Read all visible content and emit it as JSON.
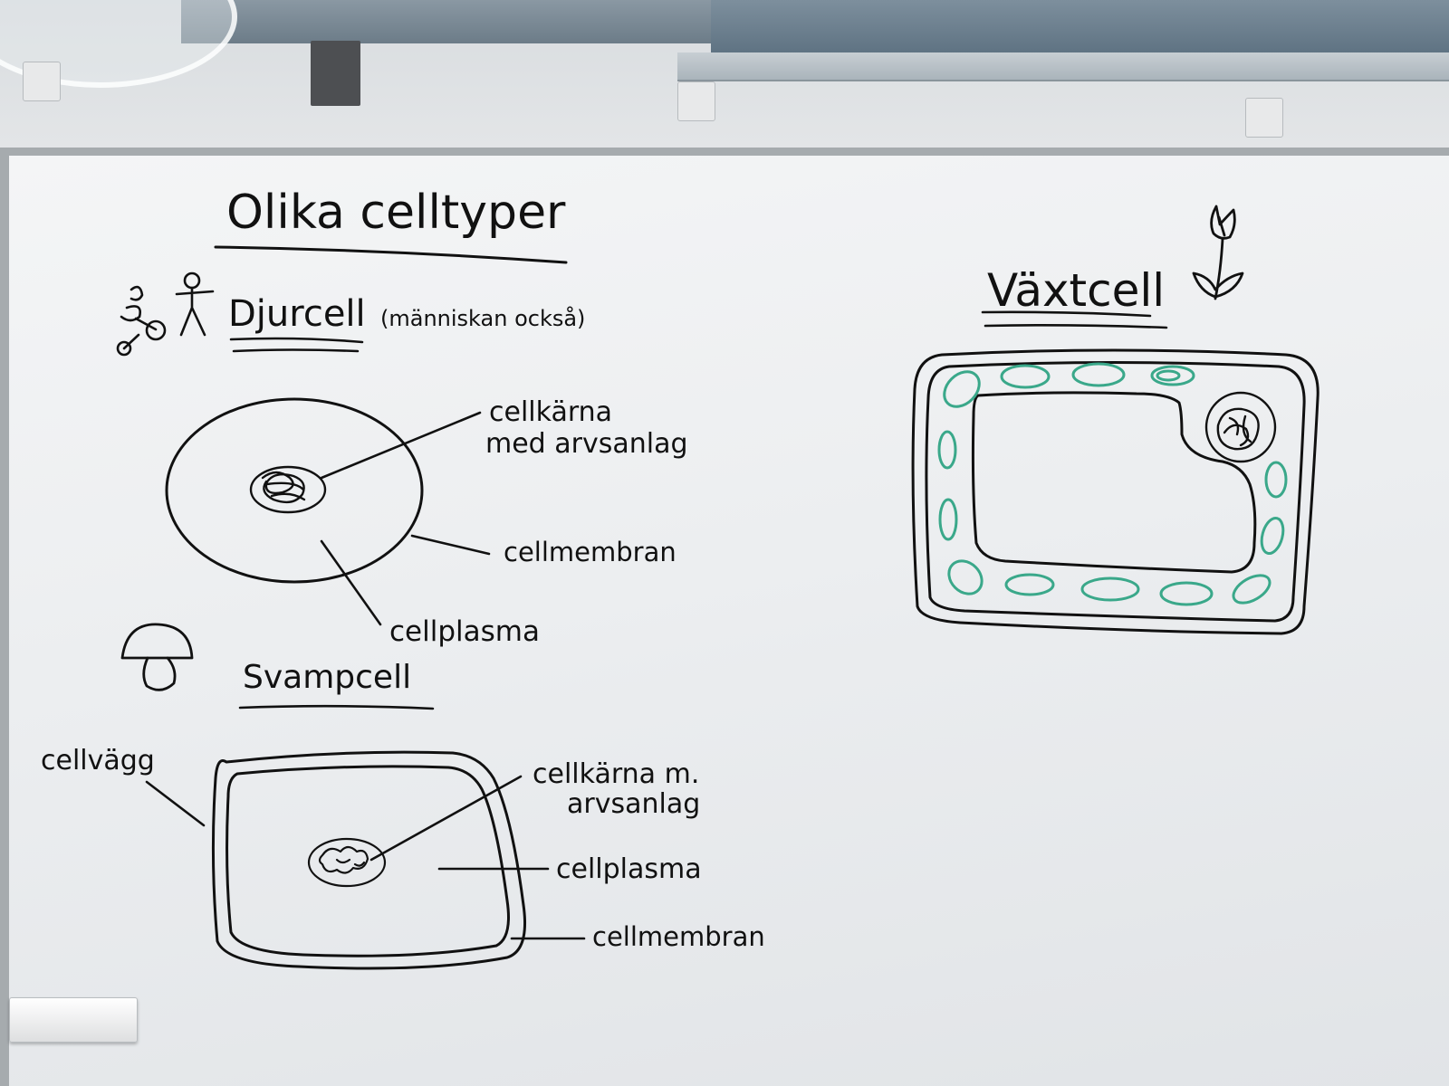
{
  "title": "Olika celltyper",
  "animal_cell": {
    "heading": "Djurcell",
    "note": "(människan också)",
    "labels": {
      "nucleus_line1": "cellkärna",
      "nucleus_line2": "med arvsanlag",
      "membrane": "cellmembran",
      "cytoplasm": "cellplasma"
    }
  },
  "fungus_cell": {
    "heading": "Svampcell",
    "labels": {
      "wall": "cellvägg",
      "nucleus_line1": "cellkärna m.",
      "nucleus_line2": "arvsanlag",
      "cytoplasm": "cellplasma",
      "membrane": "cellmembran"
    }
  },
  "plant_cell": {
    "heading": "Växtcell"
  },
  "colors": {
    "marker": "#111111",
    "chloroplast": "#3aa88a"
  }
}
